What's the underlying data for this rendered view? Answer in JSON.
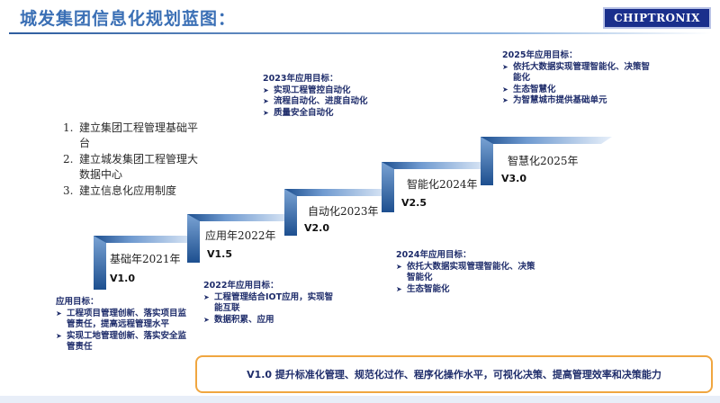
{
  "title": "城发集团信息化规划蓝图：",
  "logo": "CHIPTRONIX",
  "goals": [
    {
      "num": "1.",
      "text": "建立集团工程管理基础平台"
    },
    {
      "num": "2.",
      "text": "建立城发集团工程管理大数据中心"
    },
    {
      "num": "3.",
      "text": "建立信息化应用制度"
    }
  ],
  "steps": [
    {
      "label": "基础年2021年",
      "version": "V1.0"
    },
    {
      "label": "应用年2022年",
      "version": "V1.5"
    },
    {
      "label": "自动化2023年",
      "version": "V2.0"
    },
    {
      "label": "智能化2024年",
      "version": "V2.5"
    },
    {
      "label": "智慧化2025年",
      "version": "V3.0"
    }
  ],
  "blocks": {
    "b2021": {
      "heading": "应用目标：",
      "items": [
        "工程项目管理创新、落实项目监管责任，提高远程管理水平",
        "实现工地管理创新、落实安全监管责任"
      ]
    },
    "b2022": {
      "heading": "2022年应用目标：",
      "items": [
        "工程管理结合IOT应用，实现智能互联",
        "数据积累、应用"
      ]
    },
    "b2023": {
      "heading": "2023年应用目标：",
      "items": [
        "实现工程管控自动化",
        "流程自动化、进度自动化",
        "质量安全自动化"
      ]
    },
    "b2024": {
      "heading": "2024年应用目标：",
      "items": [
        "依托大数据实现管理智能化、决策智能化",
        "生态智能化"
      ]
    },
    "b2025": {
      "heading": "2025年应用目标：",
      "items": [
        "依托大数据实现管理智能化、决策智能化",
        "生态智慧化",
        "为智慧城市提供基础单元"
      ]
    }
  },
  "summary": "V1.0 提升标准化管理、规范化过作、程序化操作水平，可视化决策、提高管理效率和决策能力",
  "colors": {
    "stair_dark": "#1d4f8f",
    "stair_light": "#dbe8f6",
    "summary_border": "#f0a640"
  }
}
